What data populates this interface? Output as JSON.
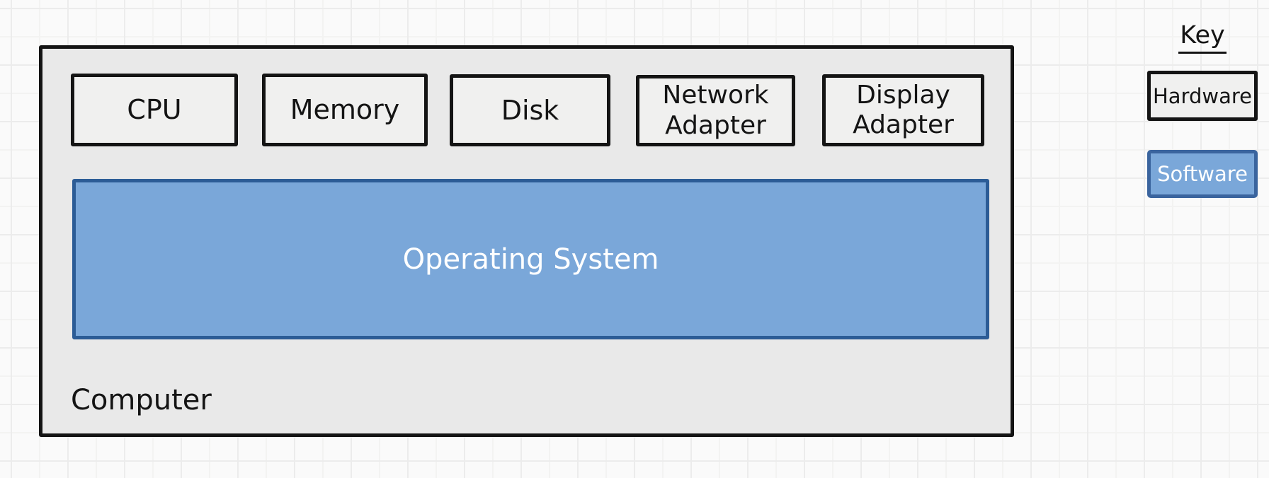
{
  "diagram": {
    "computer": {
      "label": "Computer"
    },
    "hardware_boxes": [
      {
        "label": "CPU"
      },
      {
        "label": "Memory"
      },
      {
        "label": "Disk"
      },
      {
        "label": "Network Adapter"
      },
      {
        "label": "Display Adapter"
      }
    ],
    "os": {
      "label": "Operating System"
    }
  },
  "key": {
    "title": "Key",
    "items": [
      {
        "label": "Hardware",
        "type": "hardware"
      },
      {
        "label": "Software",
        "type": "software"
      }
    ]
  },
  "colors": {
    "canvas_bg": "#fafafa",
    "grid_major": "#ececec",
    "grid_minor": "#f3f3f2",
    "ink": "#141414",
    "computer_fill": "#e9e9e9",
    "hardware_fill": "#f0f0ef",
    "software_fill": "#7aa7d9",
    "software_border": "#2c5c96",
    "software_border_light": "#3a649e"
  }
}
